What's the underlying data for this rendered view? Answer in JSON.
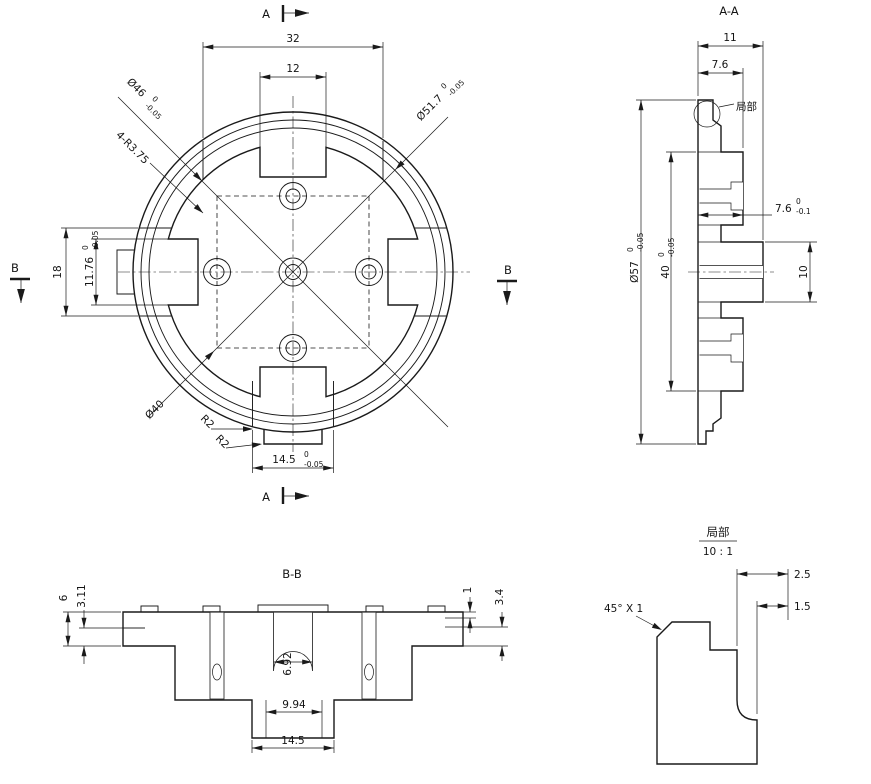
{
  "front": {
    "marker_a_top": "A",
    "marker_a_bottom": "A",
    "marker_b_left": "B",
    "marker_b_right": "B",
    "dim_32": "32",
    "dim_12": "12",
    "dim_18": "18",
    "dim_11_76": "11.76",
    "dim_11_76_tol_up": "0",
    "dim_11_76_tol_dn": "-0.05",
    "dim_d46": "Ø46",
    "dim_d46_tol_up": "0",
    "dim_d46_tol_dn": "-0.05",
    "dim_4r375": "4-R3.75",
    "dim_d51_7": "Ø51.7",
    "dim_d51_7_tol_up": "0",
    "dim_d51_7_tol_dn": "-0.05",
    "dim_d40": "Ø40",
    "dim_r2_a": "R2",
    "dim_r2_b": "R2",
    "dim_14_5": "14.5",
    "dim_14_5_tol_up": "0",
    "dim_14_5_tol_dn": "-0.05"
  },
  "section_aa": {
    "title": "A-A",
    "dim_11": "11",
    "dim_7_6": "7.6",
    "dim_d57": "Ø57",
    "dim_d57_tol_up": "0",
    "dim_d57_tol_dn": "-0.05",
    "dim_40": "40",
    "dim_40_tol_up": "0",
    "dim_40_tol_dn": "-0.05",
    "dim_7_6r": "7.6",
    "dim_7_6r_tol_up": "0",
    "dim_7_6r_tol_dn": "-0.1",
    "dim_10": "10",
    "callout": "局部"
  },
  "section_bb": {
    "title": "B-B",
    "dim_6": "6",
    "dim_3_11": "3.11",
    "dim_1": "1",
    "dim_3_4": "3.4",
    "dim_6_92": "6.92",
    "dim_9_94": "9.94",
    "dim_14_5": "14.5"
  },
  "detail": {
    "title": "局部",
    "scale": "10 : 1",
    "dim_2_5": "2.5",
    "dim_1_5": "1.5",
    "chamfer": "45° X 1"
  }
}
